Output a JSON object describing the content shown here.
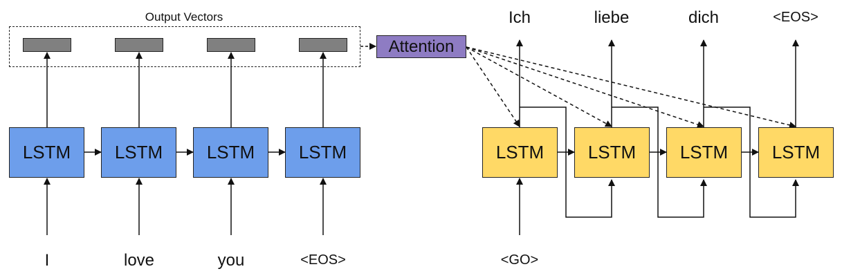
{
  "output_vectors_label": "Output Vectors",
  "attention_label": "Attention",
  "encoder": {
    "cell_labels": [
      "LSTM",
      "LSTM",
      "LSTM",
      "LSTM"
    ],
    "inputs": [
      "I",
      "love",
      "you",
      "<EOS>"
    ]
  },
  "decoder": {
    "cell_labels": [
      "LSTM",
      "LSTM",
      "LSTM",
      "LSTM"
    ],
    "input": "<GO>",
    "outputs": [
      "Ich",
      "liebe",
      "dich",
      "<EOS>"
    ]
  },
  "colors": {
    "encoder_fill": "#6d9eeb",
    "decoder_fill": "#ffd966",
    "attention_fill": "#8e7cc3",
    "vector_fill": "#808080"
  }
}
